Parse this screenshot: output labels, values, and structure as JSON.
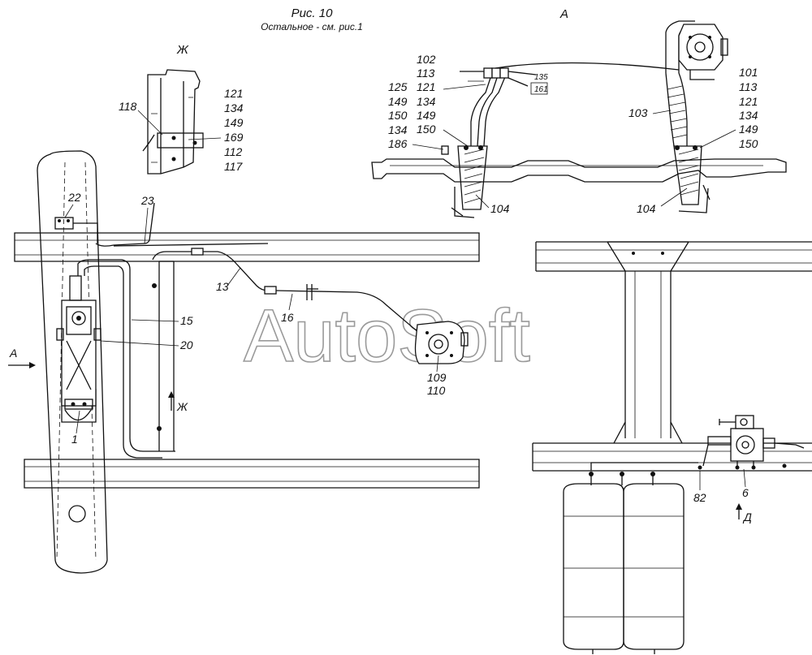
{
  "header": {
    "figure_title": "Рис. 10",
    "figure_subtitle": "Остальное - см. рис.1"
  },
  "watermark": "AutoSoft",
  "view_labels": {
    "view_a": "А",
    "view_zh": "Ж",
    "arrow_a": "А",
    "arrow_zh": "Ж",
    "arrow_d": "Д"
  },
  "callouts": {
    "zh_left": [
      "118"
    ],
    "zh_right": [
      "121",
      "134",
      "149",
      "169",
      "112",
      "117"
    ],
    "a_left_top": [
      "102",
      "113",
      "121"
    ],
    "a_left_col": [
      "125",
      "149",
      "150",
      "134"
    ],
    "a_left_col2": [
      "134",
      "149",
      "150"
    ],
    "a_186": "186",
    "a_boxed": [
      "135",
      "161"
    ],
    "a_right": [
      "101",
      "113",
      "121",
      "134",
      "149",
      "150"
    ],
    "a_103": "103",
    "a_104_left": "104",
    "a_104_right": "104",
    "main": {
      "n22": "22",
      "n23": "23",
      "n13": "13",
      "n15": "15",
      "n16": "16",
      "n20": "20",
      "n1": "1",
      "n109": "109",
      "n110": "110",
      "n82": "82",
      "n6": "6"
    }
  }
}
